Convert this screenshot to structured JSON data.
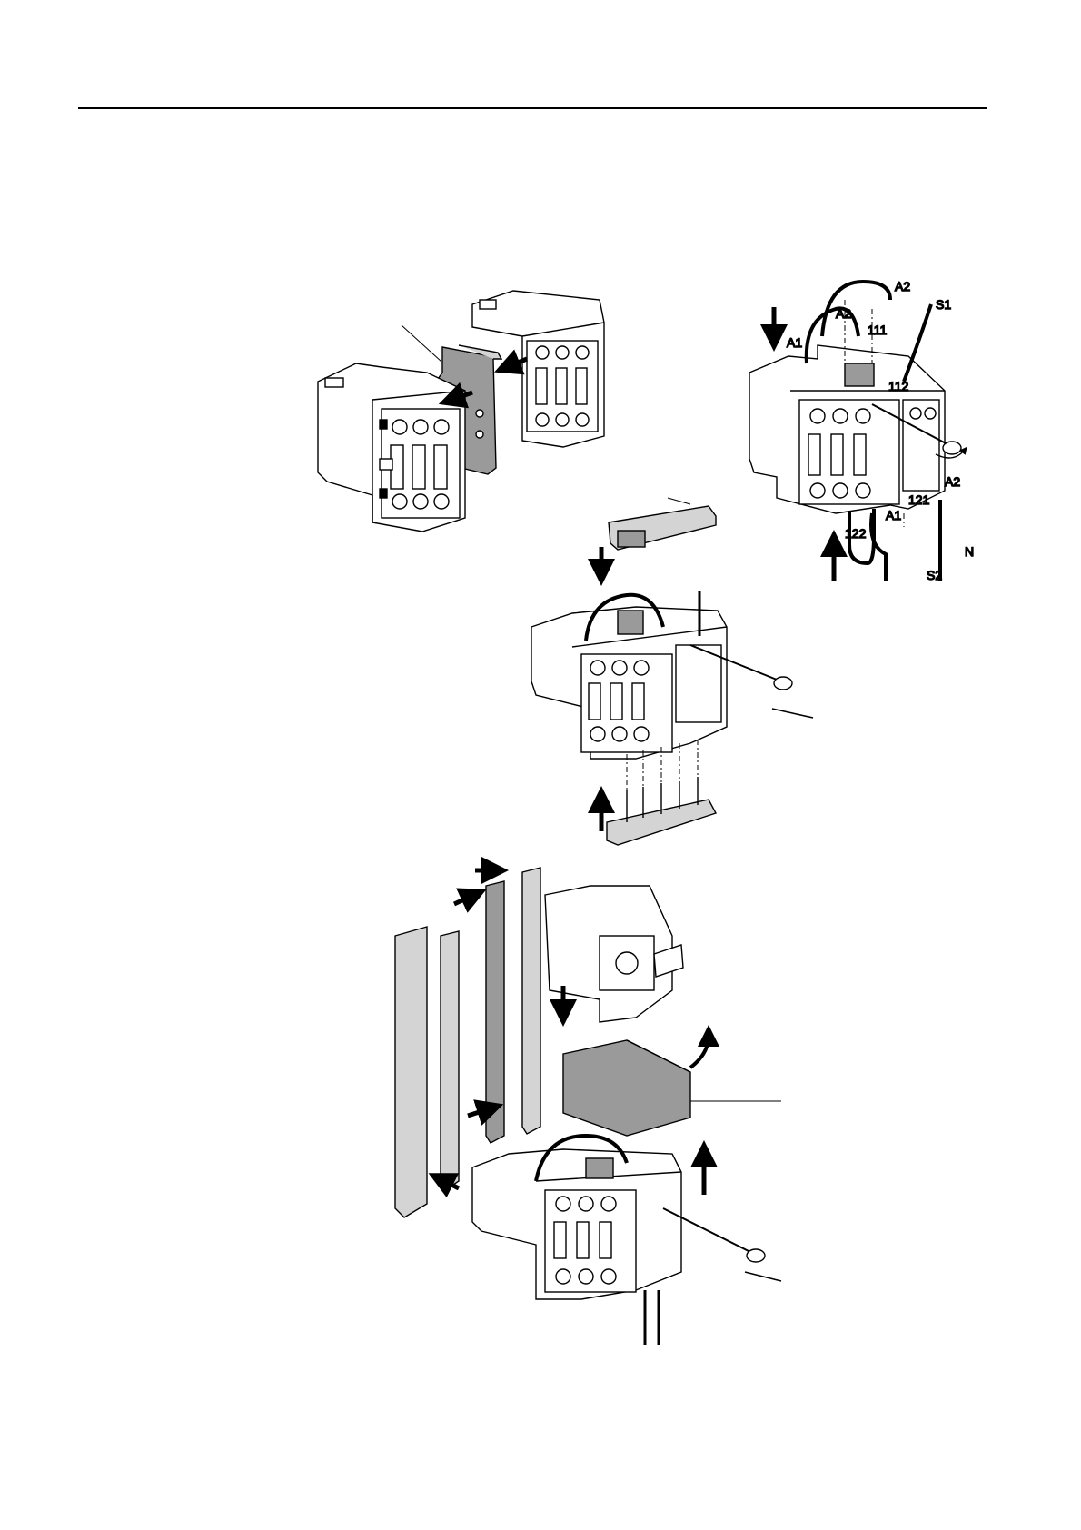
{
  "document": {
    "type": "assembly-instruction-illustration",
    "figures": [
      {
        "id": "fig-1",
        "description_name": "two contactors joined by mechanical interlock plate",
        "labels": []
      },
      {
        "id": "fig-2",
        "description_name": "reversing contactor wiring",
        "labels": {
          "a2_top": "A2",
          "a2_mid": "A2",
          "a1_left": "A1",
          "t111": "111",
          "s1": "S1",
          "t112": "112",
          "a1_bottom": "A1",
          "t121": "121",
          "a2_right": "A2",
          "t122": "122",
          "s2": "S2",
          "n": "N"
        }
      },
      {
        "id": "fig-3",
        "description_name": "power link busbars top and bottom",
        "labels": []
      },
      {
        "id": "fig-4",
        "description_name": "motor starter with mounting rails and adapter",
        "labels": []
      }
    ],
    "colors": {
      "ink": "#000000",
      "fill_grey": "#9a9a9a",
      "light_grey": "#d4d4d4",
      "paper": "#ffffff"
    }
  }
}
